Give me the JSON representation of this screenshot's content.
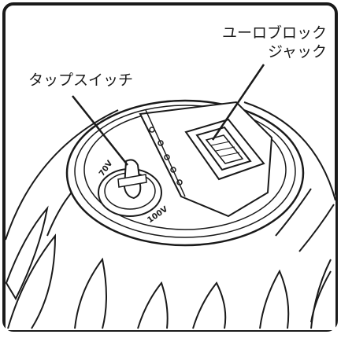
{
  "figure": {
    "callouts": {
      "euroblock_jack_line1": "ユーロブロック",
      "euroblock_jack_line2": "ジャック",
      "tap_switch": "タップスイッチ"
    },
    "switch_markings": {
      "setting_a": "70V",
      "setting_b": "100V"
    },
    "colors": {
      "line": "#1a1a1a",
      "background": "#ffffff"
    }
  }
}
